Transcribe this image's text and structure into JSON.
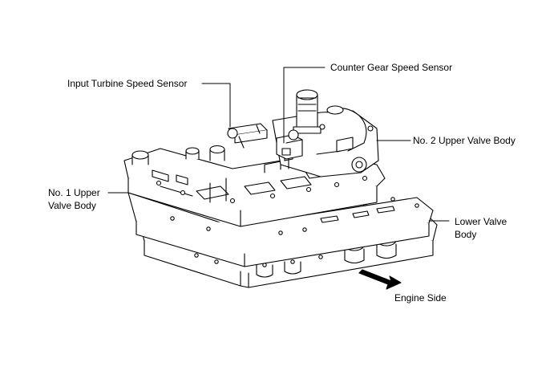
{
  "labels": {
    "input_turbine_speed_sensor": "Input Turbine Speed Sensor",
    "counter_gear_speed_sensor": "Counter Gear Speed Sensor",
    "no2_upper_valve_body": "No. 2 Upper Valve Body",
    "no1_upper_valve_body_line1": "No. 1 Upper",
    "no1_upper_valve_body_line2": "Valve Body",
    "lower_valve_body_line1": "Lower Valve",
    "lower_valve_body_line2": "Body",
    "engine_side": "Engine Side"
  },
  "colors": {
    "line": "#000000",
    "fill": "#ffffff",
    "hatch": "#000000"
  }
}
